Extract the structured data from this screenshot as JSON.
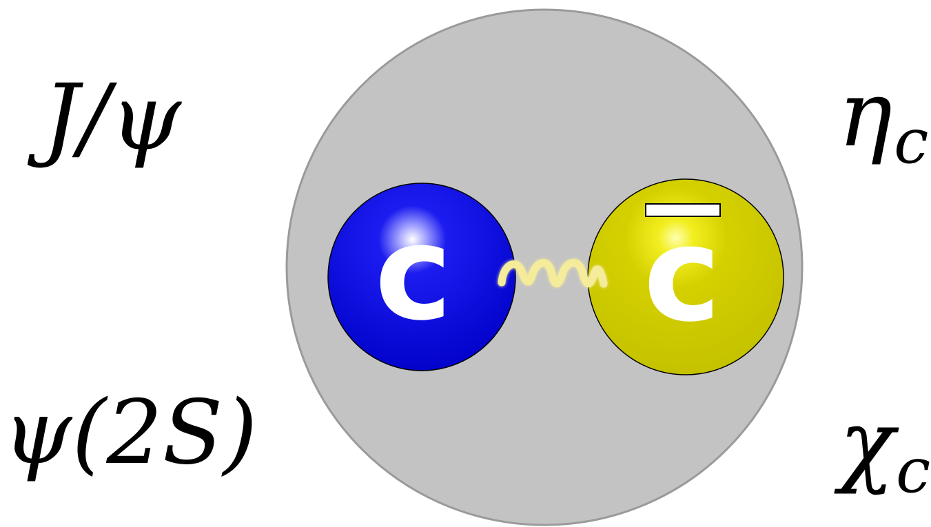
{
  "labels": {
    "top_left": {
      "base": "J/ψ"
    },
    "bottom_left": {
      "base": "ψ(2S)"
    },
    "top_right": {
      "base": "η",
      "sub": "c"
    },
    "bottom_right": {
      "base": "χ",
      "sub": "c"
    }
  },
  "meson": {
    "quark": {
      "letter": "c",
      "color": "#0a0ad8"
    },
    "antiquark": {
      "letter": "c",
      "color": "#c7c400",
      "has_bar": true
    },
    "gluon": {
      "color": "#f4ec9a"
    },
    "cloud_color": "#c3c3c3"
  }
}
